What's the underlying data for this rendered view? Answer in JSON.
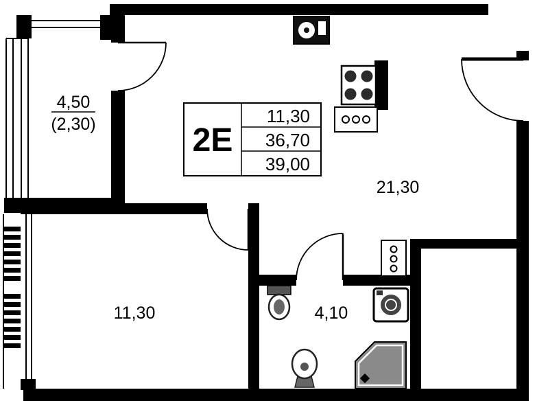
{
  "floorplan": {
    "unit_label": "2E",
    "areas_table": {
      "rows": [
        {
          "value": "11,30"
        },
        {
          "value": "36,70"
        },
        {
          "value": "39,00"
        }
      ]
    },
    "room_labels": {
      "loggia": {
        "area": "4,50",
        "reduced": "(2,30)"
      },
      "living_kitchen": {
        "area": "21,30"
      },
      "bedroom": {
        "area": "11,30"
      },
      "bathroom": {
        "area": "4,10"
      }
    },
    "colors": {
      "wall": "#000000",
      "background": "#ffffff",
      "fixture_gray": "#8a8a8a"
    }
  }
}
